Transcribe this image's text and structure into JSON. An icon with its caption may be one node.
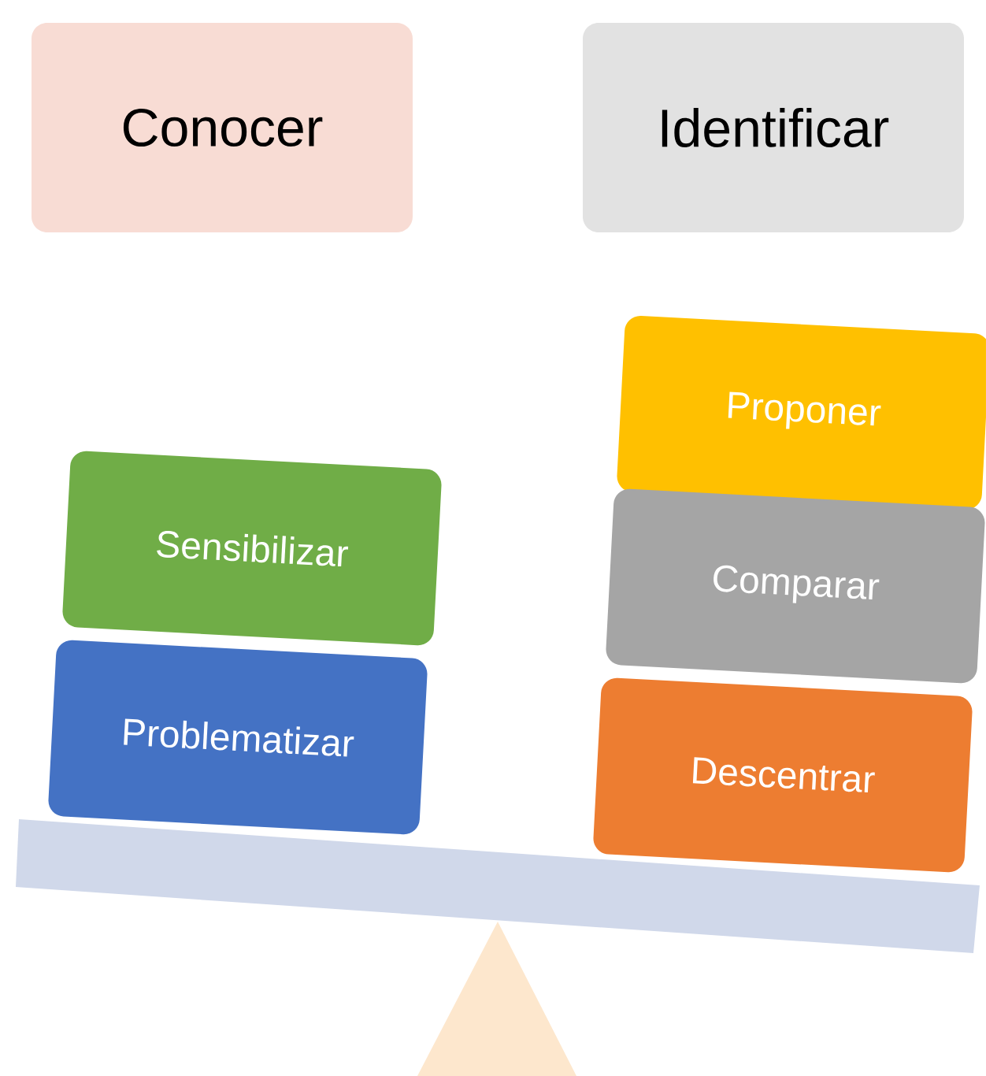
{
  "diagram": {
    "nodes": [
      {
        "text": [
          "Conocer"
        ]
      },
      {
        "text": [
          "Identificar"
        ]
      },
      {
        "text": [
          "Proponer"
        ]
      },
      {
        "text": [
          "Sensibilizar"
        ]
      },
      {
        "text": [
          "Comparar"
        ]
      },
      {
        "text": [
          "Problematizar"
        ]
      },
      {
        "text": [
          "Descentrar"
        ]
      }
    ]
  }
}
